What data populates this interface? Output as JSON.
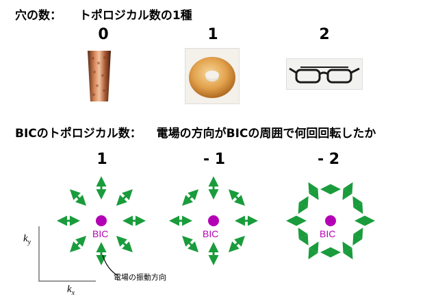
{
  "top": {
    "label": "穴の数：",
    "topic": "トポロジカル数の1種",
    "counts": [
      "0",
      "1",
      "2"
    ],
    "objects": [
      "cup-photo",
      "donut-photo",
      "glasses-photo"
    ]
  },
  "bic_section": {
    "label": "BICのトポロジカル数：",
    "description": "電場の方向がBICの周囲で何回回転したか",
    "charges": [
      "1",
      "- 1",
      "- 2"
    ],
    "center_label": "BIC",
    "callout": "電場の振動方向",
    "axis_y": "k",
    "axis_y_sub": "y",
    "axis_x": "k",
    "axis_x_sub": "x",
    "colors": {
      "arrow": "#1a9c3c",
      "bic": "#b400b4"
    }
  }
}
